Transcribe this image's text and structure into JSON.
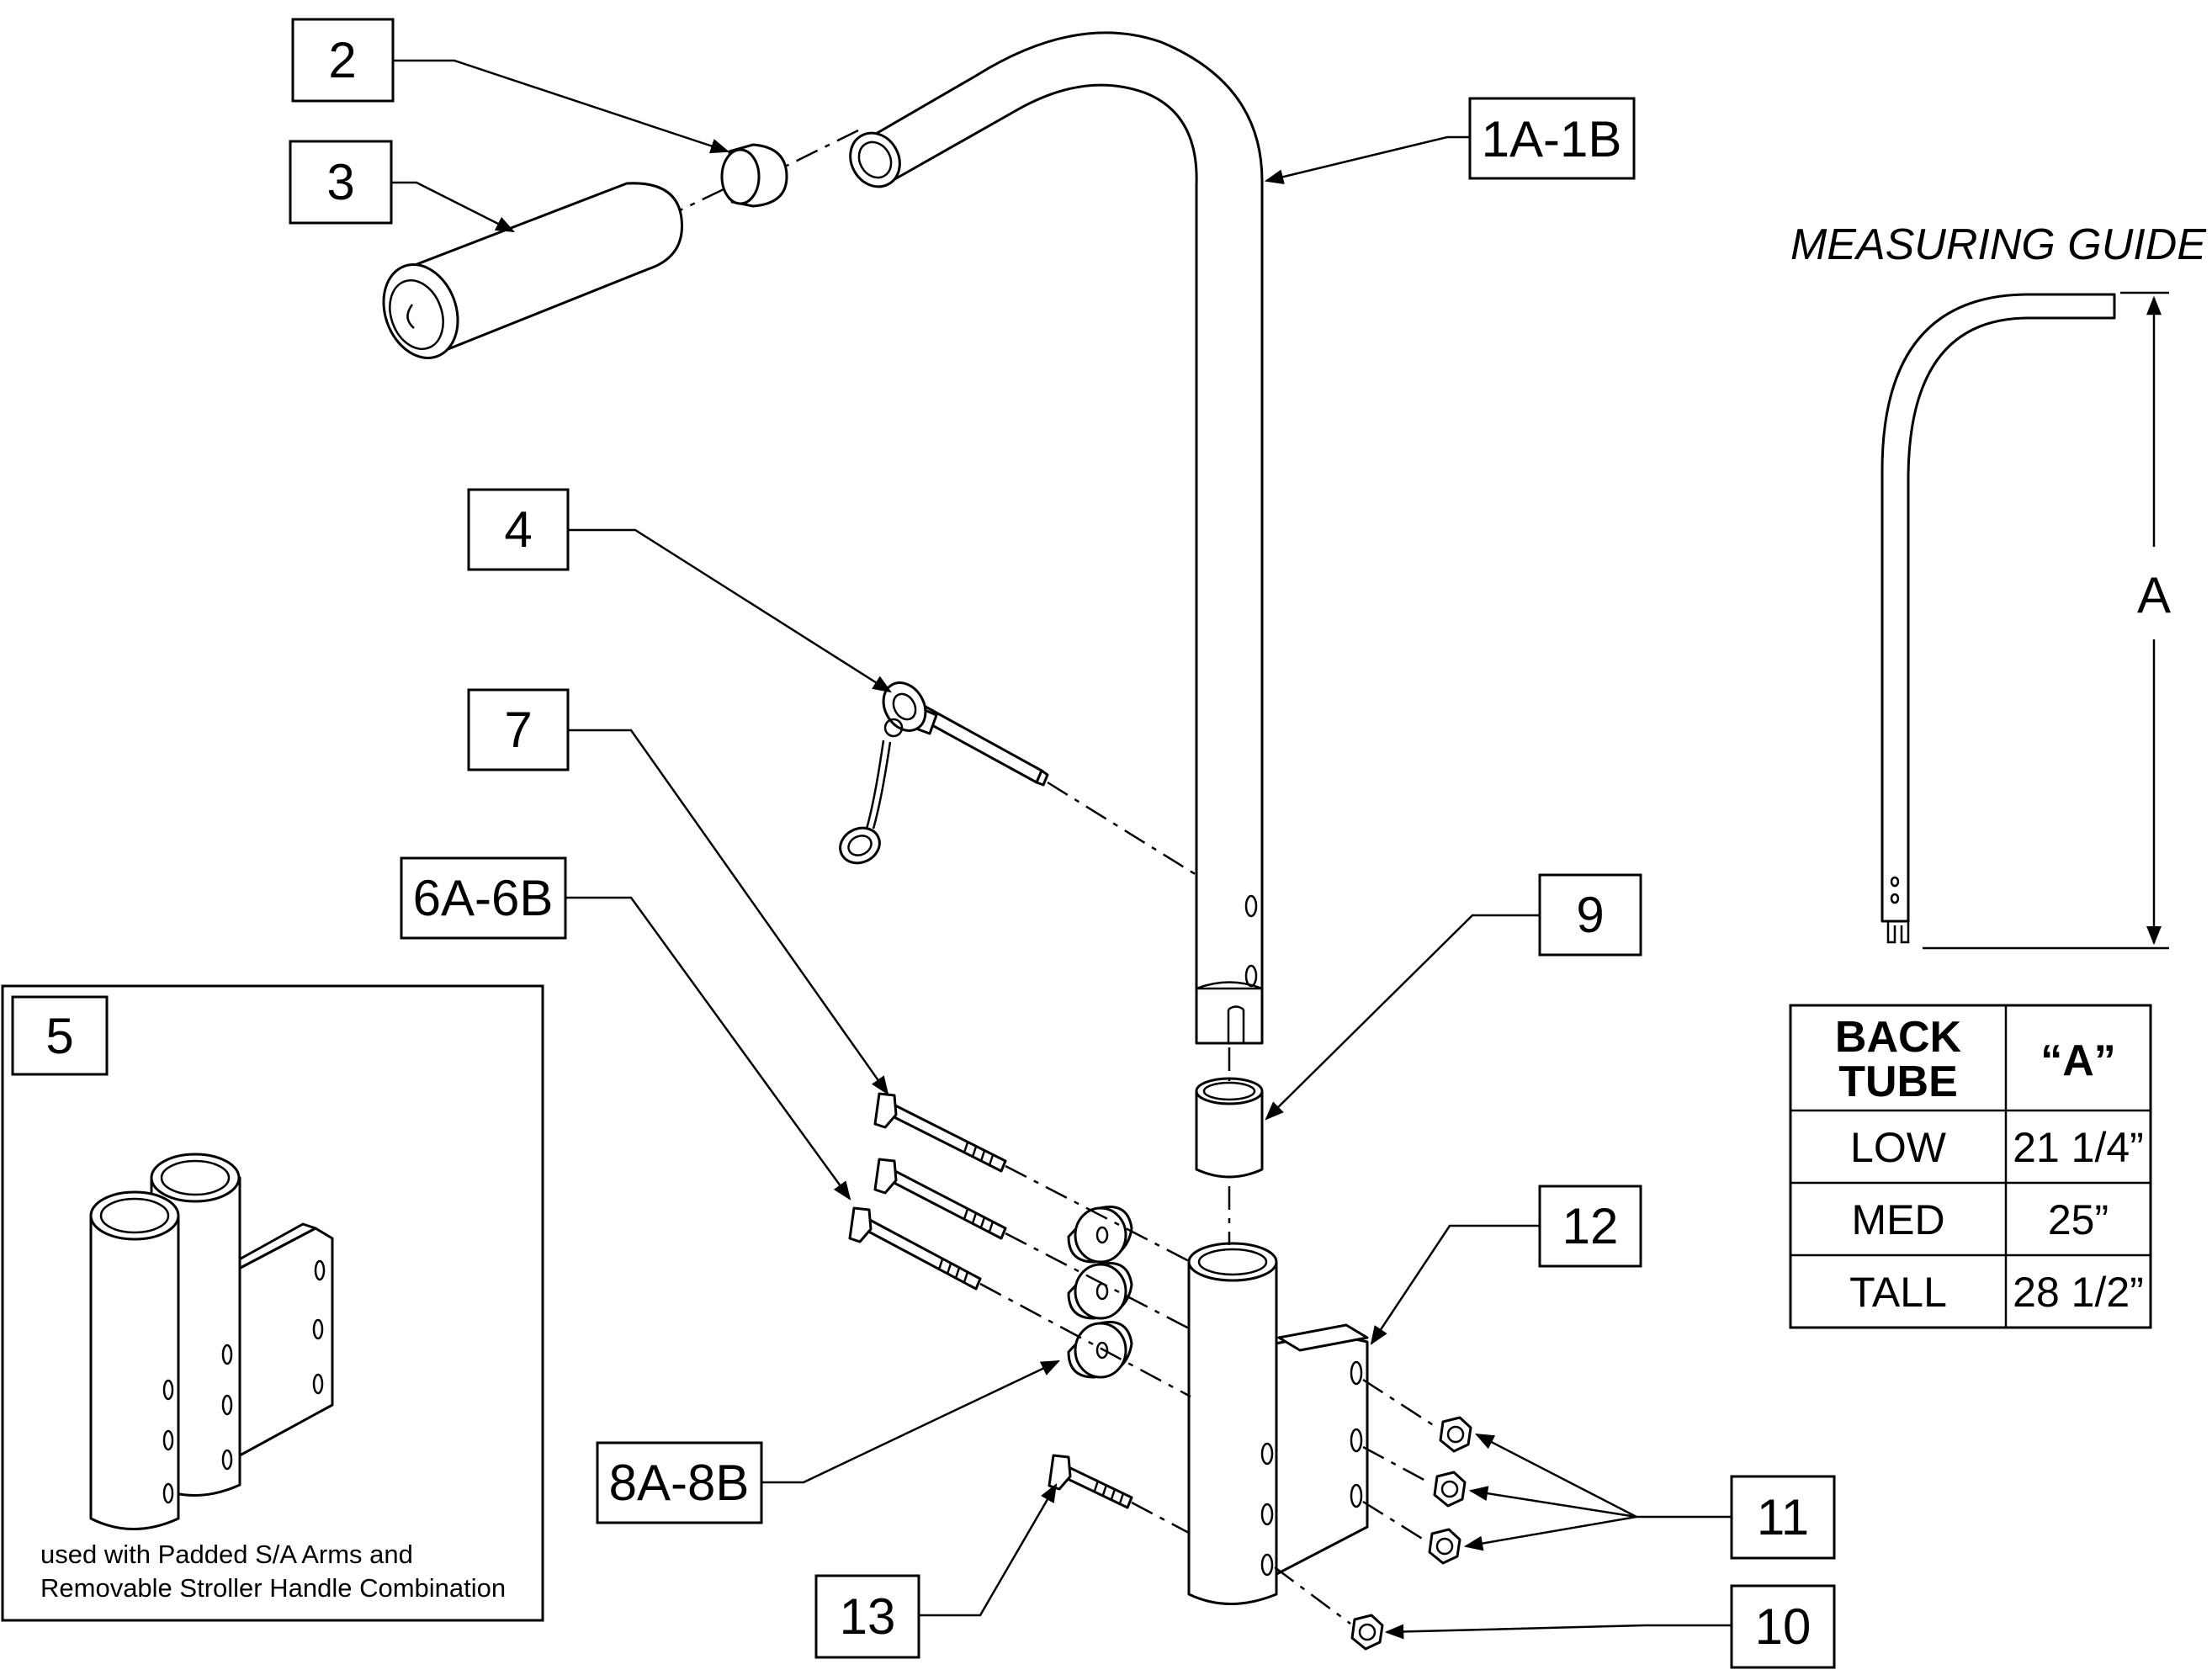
{
  "callouts": {
    "c2": "2",
    "c3": "3",
    "c1": "1A-1B",
    "c4": "4",
    "c7": "7",
    "c6": "6A-6B",
    "c9": "9",
    "c12": "12",
    "c8": "8A-8B",
    "c11": "11",
    "c13": "13",
    "c10": "10",
    "c5": "5"
  },
  "inset": {
    "note_line1": "used with Padded S/A Arms and",
    "note_line2": "Removable Stroller Handle Combination"
  },
  "measuring_guide": {
    "title": "MEASURING GUIDE",
    "dimension_label": "A"
  },
  "table": {
    "headers": [
      "BACK",
      "TUBE",
      "“A”"
    ],
    "rows": [
      {
        "tube": "LOW",
        "a": "21 1/4”"
      },
      {
        "tube": "MED",
        "a": "25”"
      },
      {
        "tube": "TALL",
        "a": "28 1/2”"
      }
    ]
  }
}
